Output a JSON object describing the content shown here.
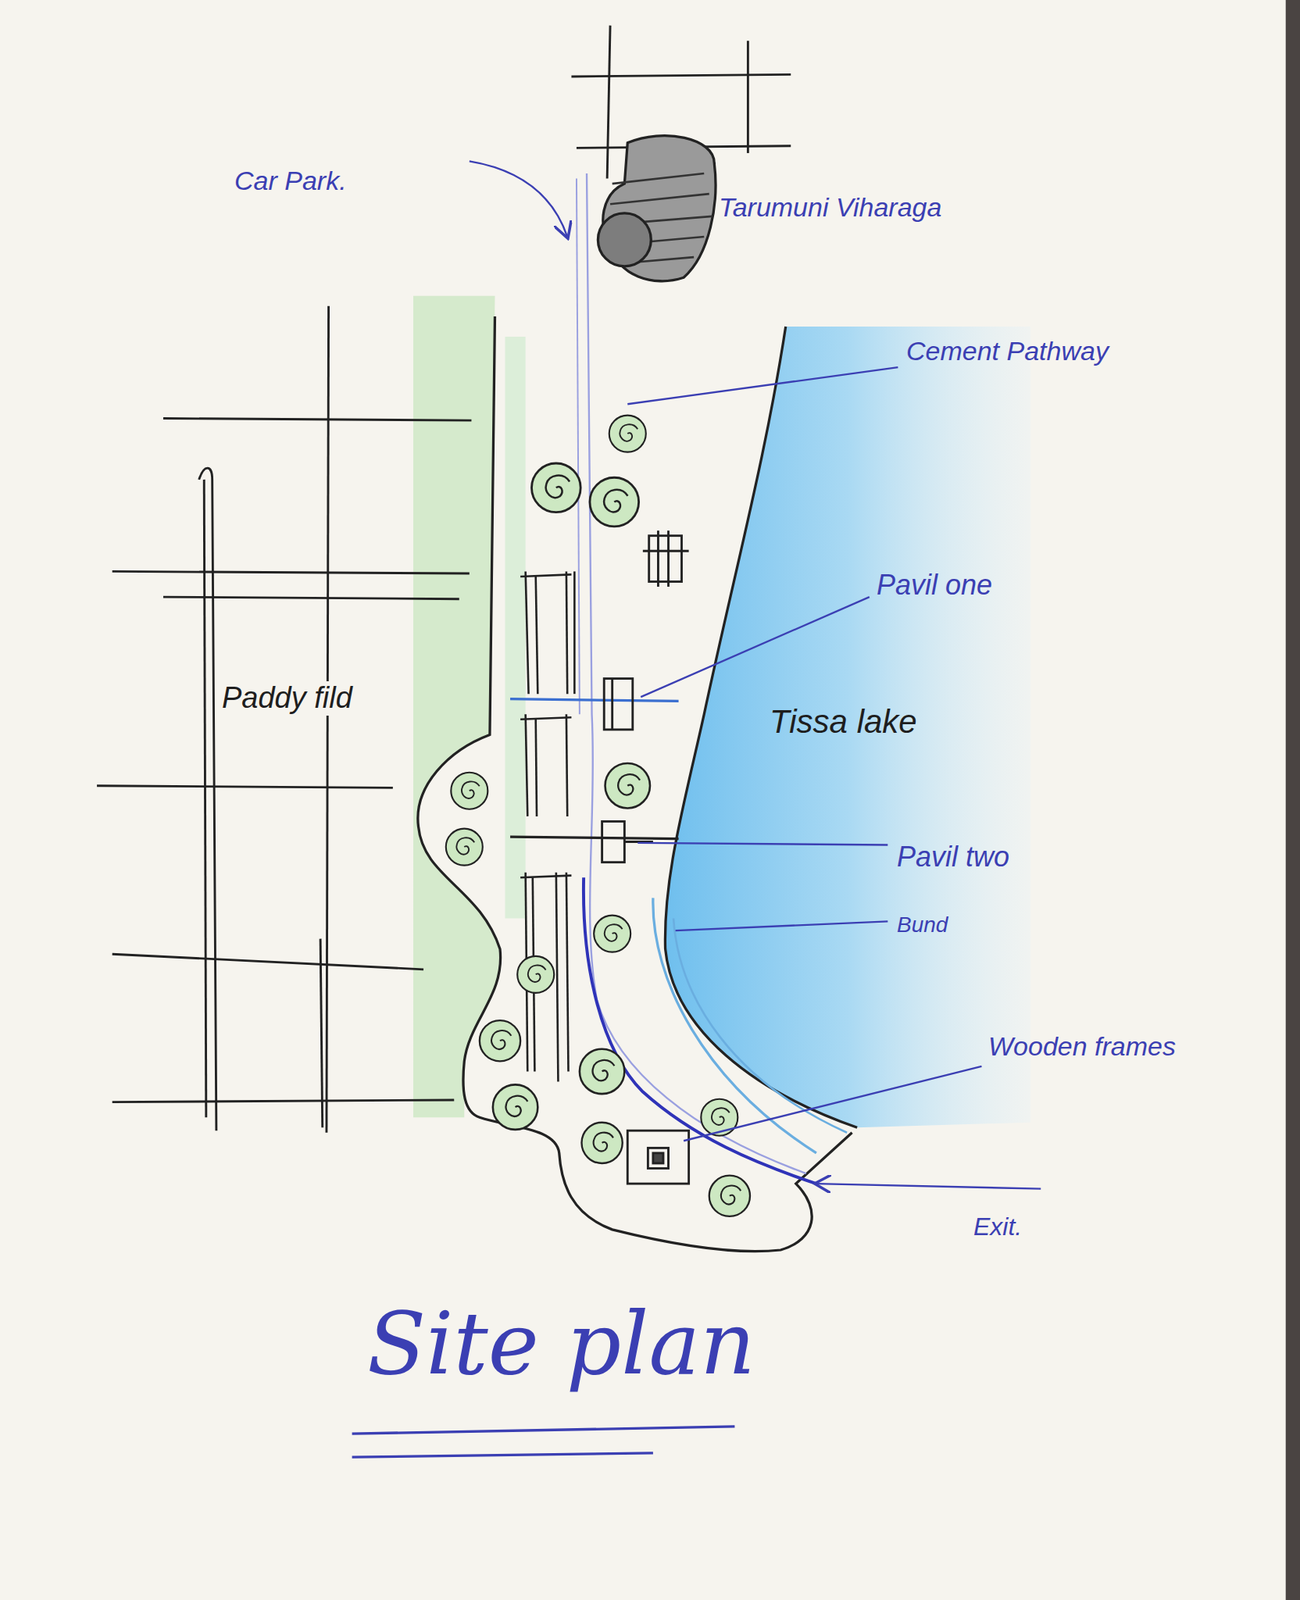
{
  "diagram": {
    "title": "Site plan",
    "labels": [
      "Car Park.",
      "Tarumuni Viharaga",
      "Cement Pathway",
      "Pavil one",
      "Paddy fild",
      "Tissa lake",
      "Pavil two",
      "Bund",
      "Wooden frames",
      "Exit."
    ]
  }
}
